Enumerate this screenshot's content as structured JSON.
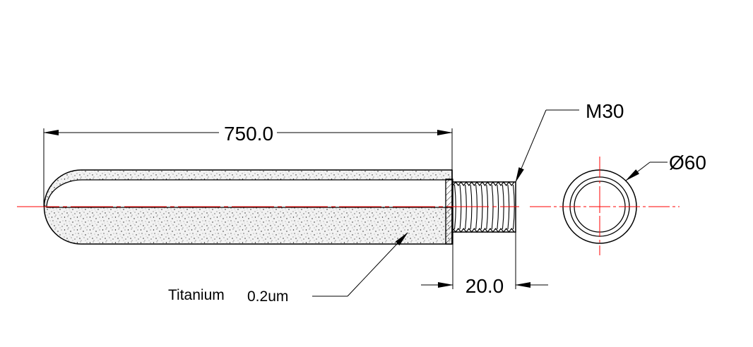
{
  "dimensions": {
    "length": "750.0",
    "thread_length": "20.0",
    "thread": "M30",
    "diameter": "Ø60"
  },
  "material": {
    "name": "Titanium",
    "pore_size": "0.2um"
  },
  "colors": {
    "line": "#000000",
    "center_line": "#ff0000",
    "background": "#ffffff"
  }
}
